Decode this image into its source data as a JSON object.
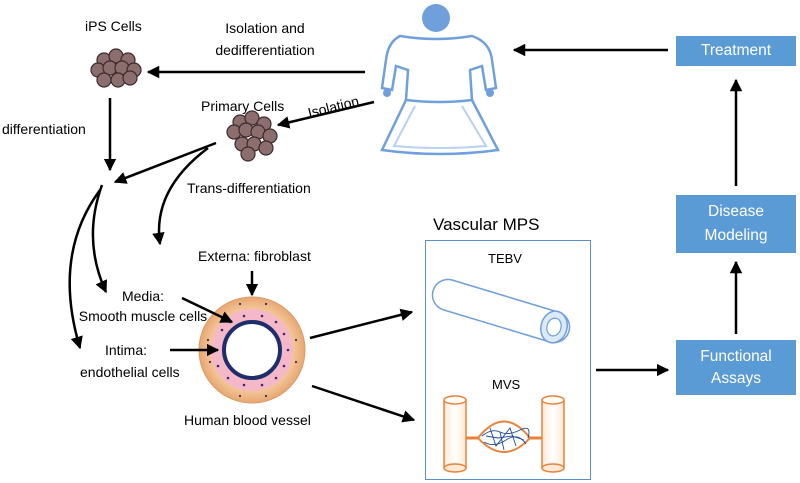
{
  "labels": {
    "ips_cells": "iPS Cells",
    "isolation_dediff_line1": "Isolation and",
    "isolation_dediff_line2": "dedifferentiation",
    "primary_cells": "Primary Cells",
    "isolation": "Isolation",
    "differentiation": "differentiation",
    "trans_differentiation": "Trans-differentiation",
    "externa": "Externa: fibroblast",
    "media_line1": "Media:",
    "media_line2": "Smooth muscle cells",
    "intima_line1": "Intima:",
    "intima_line2": "endothelial cells",
    "human_blood_vessel": "Human blood vessel",
    "vascular_mps": "Vascular MPS",
    "tebv": "TEBV",
    "mvs": "MVS"
  },
  "boxes": {
    "treatment": "Treatment",
    "disease_line1": "Disease",
    "disease_line2": "Modeling",
    "functional_line1": "Functional",
    "functional_line2": "Assays"
  },
  "colors": {
    "box_fill": "#5b9bd5",
    "cell_fill": "#8c6e6e",
    "human_outline": "#6fa0dc",
    "tube_orange": "#e8823a",
    "tebv_blue": "#6fa0dc"
  }
}
